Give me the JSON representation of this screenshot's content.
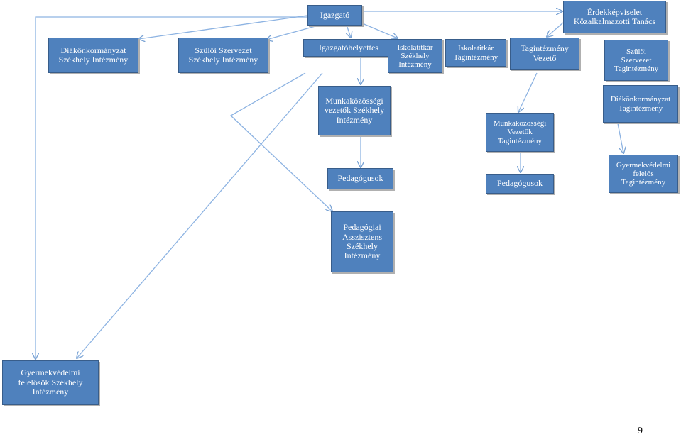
{
  "nodes": {
    "igazgato": "Igazgató",
    "erdekkepviselet": "Érdekképviselet\nKözalkalmazotti Tanács",
    "diakonkormanyzat_szekhely": "Diákönkormányzat\nSzékhely Intézmény",
    "szuloi_szervezet_szekhely": "Szülői Szervezet\nSzékhely Intézmény",
    "igazgatohelyettes": "Igazgatóhelyettes",
    "iskolatitkar_szekhely": "Iskolatitkár\nSzékhely\nIntézmény",
    "iskolatitkar_tagintezmeny": "Iskolatitkár\nTagintézmény",
    "tagintezmeny_vezeto": "Tagintézmény\nVezető",
    "szuloi_szervezet_tagintezmeny": "Szülői\nSzervezet\nTagintézmény",
    "munkakozossegi_szekhely": "Munkaközösségi\nvezetők Székhely\nIntézmény",
    "diakonkormanyzat_tagintezmeny": "Diákönkormányzat\nTagintézmény",
    "munkakozossegi_tagintezmeny": "Munkaközösségi\nVezetők\nTagintézmény",
    "pedagogusok_szekhely": "Pedagógusok",
    "pedagogusok_tagintezmeny": "Pedagógusok",
    "gyermekvedelmi_tagintezmeny": "Gyermekvédelmi\nfelelős\nTagintézmény",
    "pedagogiai_asszisztens": "Pedagógiai\nAsszisztens\nSzékhely\nIntézmény",
    "gyermekvedelmi_szekhely": "Gyermekvédelmi\nfelelősök Székhely\nIntézmény"
  },
  "colors": {
    "box_fill": "#4f81bd",
    "box_border": "#385d8a",
    "connector": "#8db3e2"
  },
  "page_number": "9"
}
